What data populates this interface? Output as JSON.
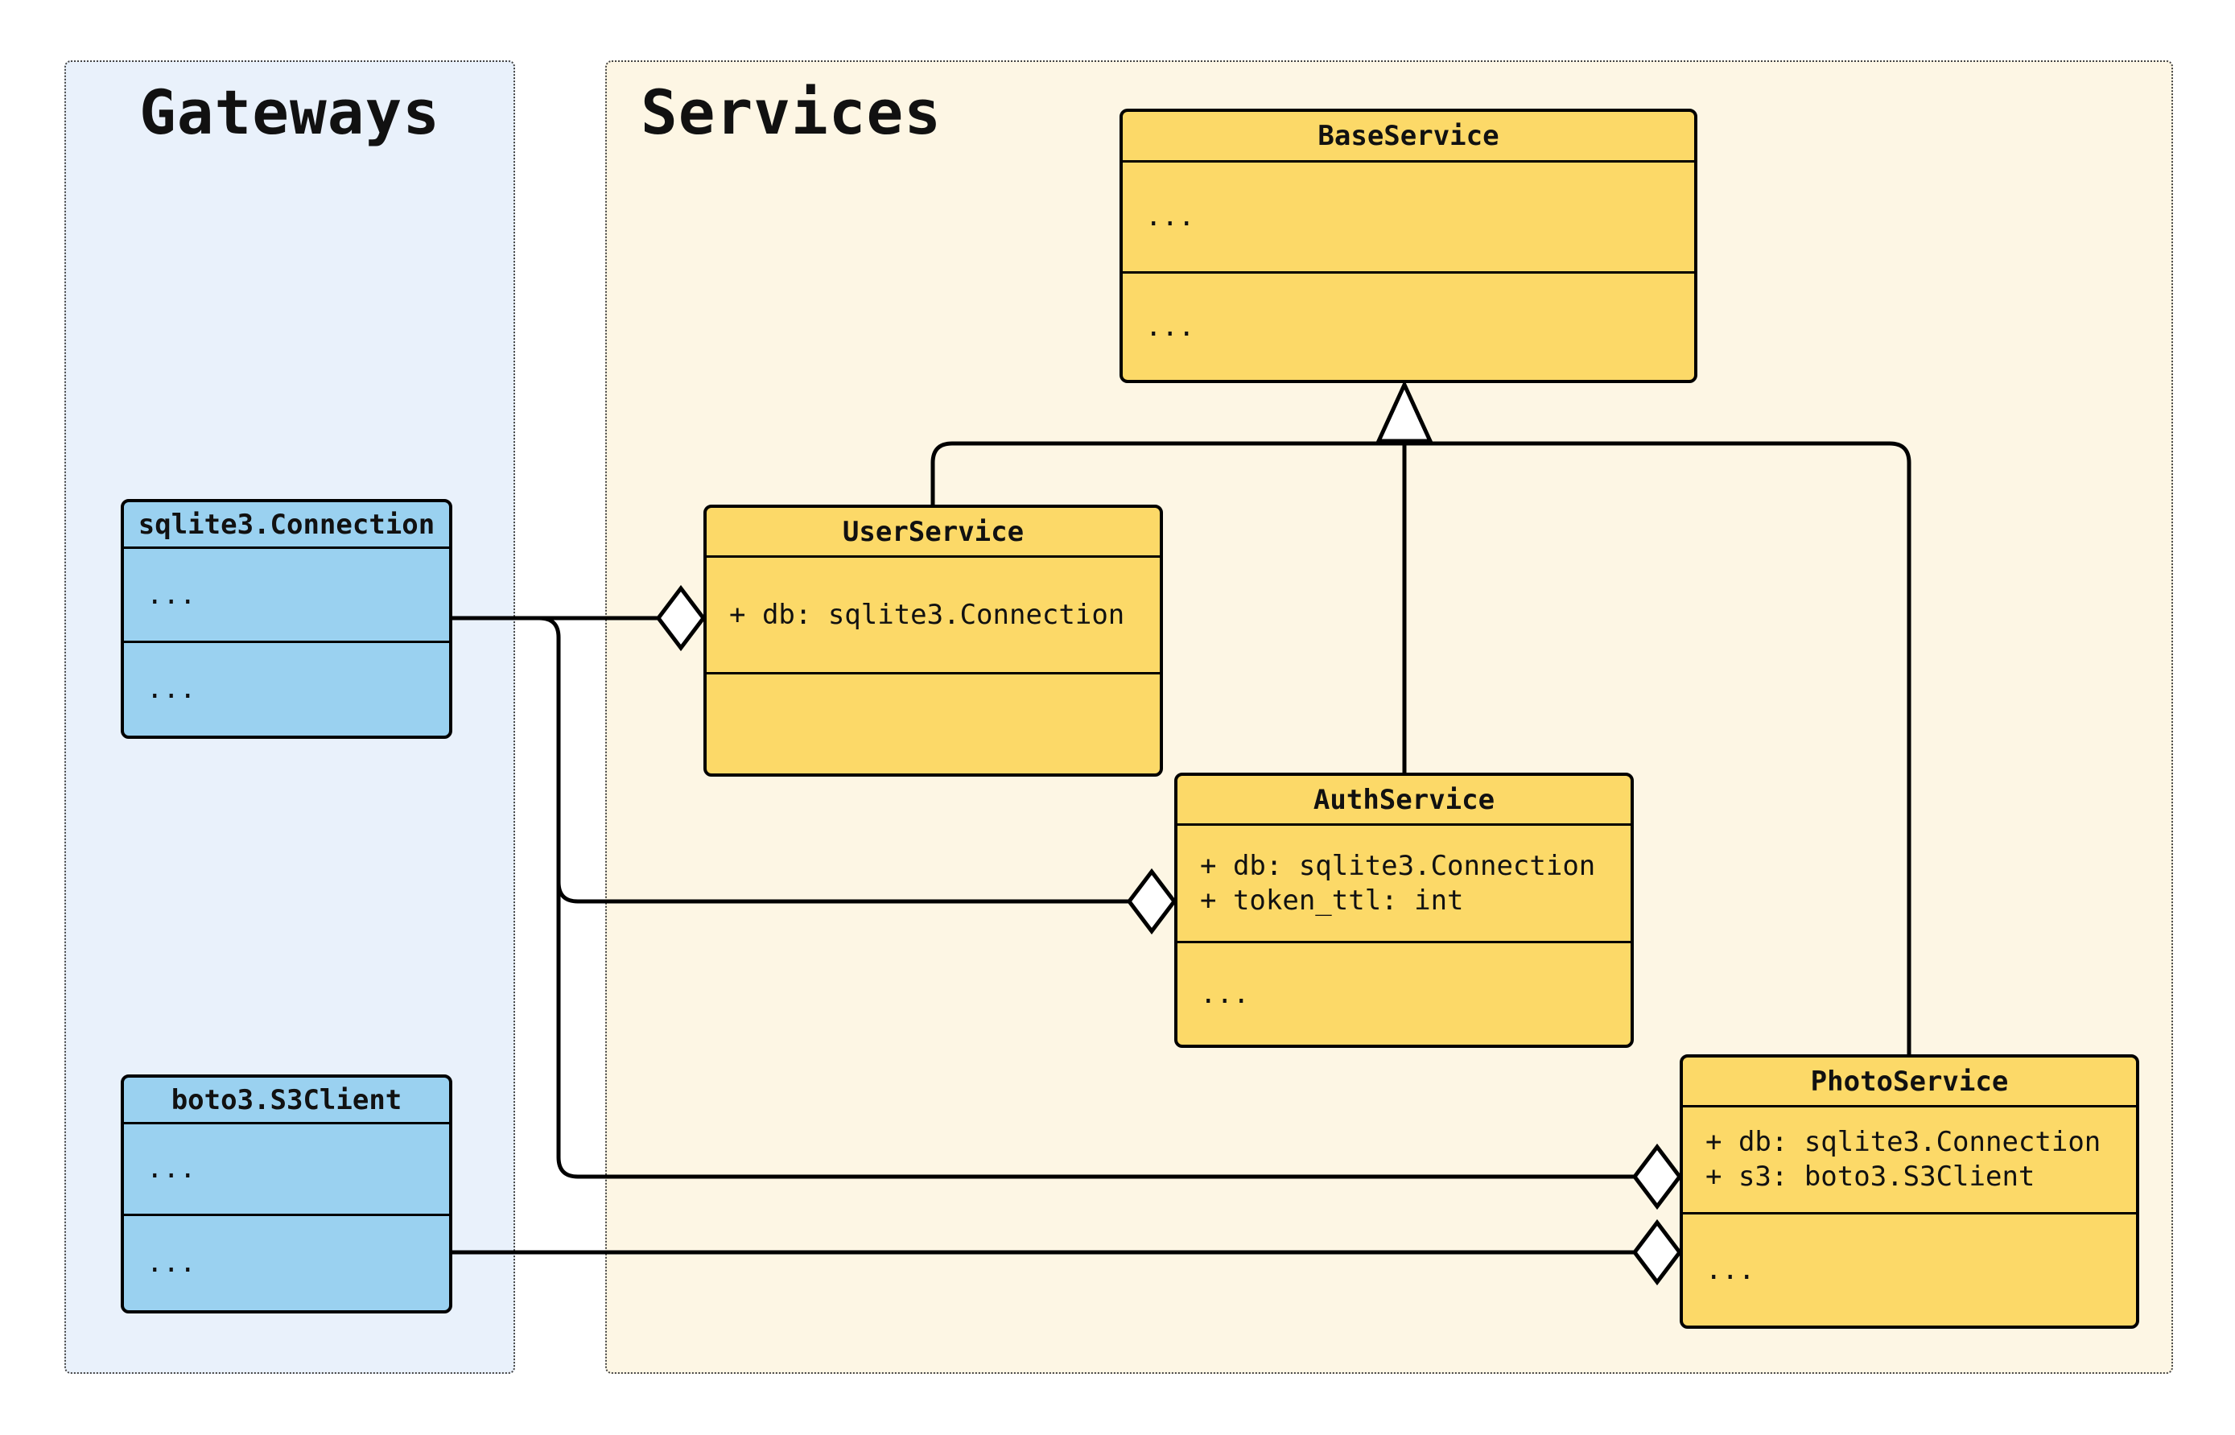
{
  "diagram_type": "uml-class-diagram",
  "panels": {
    "gateways": {
      "title": "Gateways",
      "background": "#e9f1fb",
      "box_color": "#9ad1f0"
    },
    "services": {
      "title": "Services",
      "background": "#fdf6e4",
      "box_color": "#fcd968"
    }
  },
  "classes": {
    "sqlite3_connection": {
      "name": "sqlite3.Connection",
      "attributes": [
        "..."
      ],
      "methods": [
        "..."
      ]
    },
    "boto3_s3client": {
      "name": "boto3.S3Client",
      "attributes": [
        "..."
      ],
      "methods": [
        "..."
      ]
    },
    "base_service": {
      "name": "BaseService",
      "attributes": [
        "..."
      ],
      "methods": [
        "..."
      ]
    },
    "user_service": {
      "name": "UserService",
      "attributes": [
        "+ db: sqlite3.Connection"
      ],
      "methods": []
    },
    "auth_service": {
      "name": "AuthService",
      "attributes": [
        "+ db: sqlite3.Connection",
        "+ token_ttl: int"
      ],
      "methods": [
        "..."
      ]
    },
    "photo_service": {
      "name": "PhotoService",
      "attributes": [
        "+ db: sqlite3.Connection",
        "+ s3: boto3.S3Client"
      ],
      "methods": [
        "..."
      ]
    }
  },
  "relationships": [
    {
      "type": "inheritance",
      "child": "UserService",
      "parent": "BaseService"
    },
    {
      "type": "inheritance",
      "child": "AuthService",
      "parent": "BaseService"
    },
    {
      "type": "inheritance",
      "child": "PhotoService",
      "parent": "BaseService"
    },
    {
      "type": "aggregation",
      "whole": "UserService",
      "part": "sqlite3.Connection"
    },
    {
      "type": "aggregation",
      "whole": "AuthService",
      "part": "sqlite3.Connection"
    },
    {
      "type": "aggregation",
      "whole": "PhotoService",
      "part": "sqlite3.Connection"
    },
    {
      "type": "aggregation",
      "whole": "PhotoService",
      "part": "boto3.S3Client"
    }
  ],
  "colors": {
    "line": "#000000",
    "marker_fill": "#ffffff"
  }
}
